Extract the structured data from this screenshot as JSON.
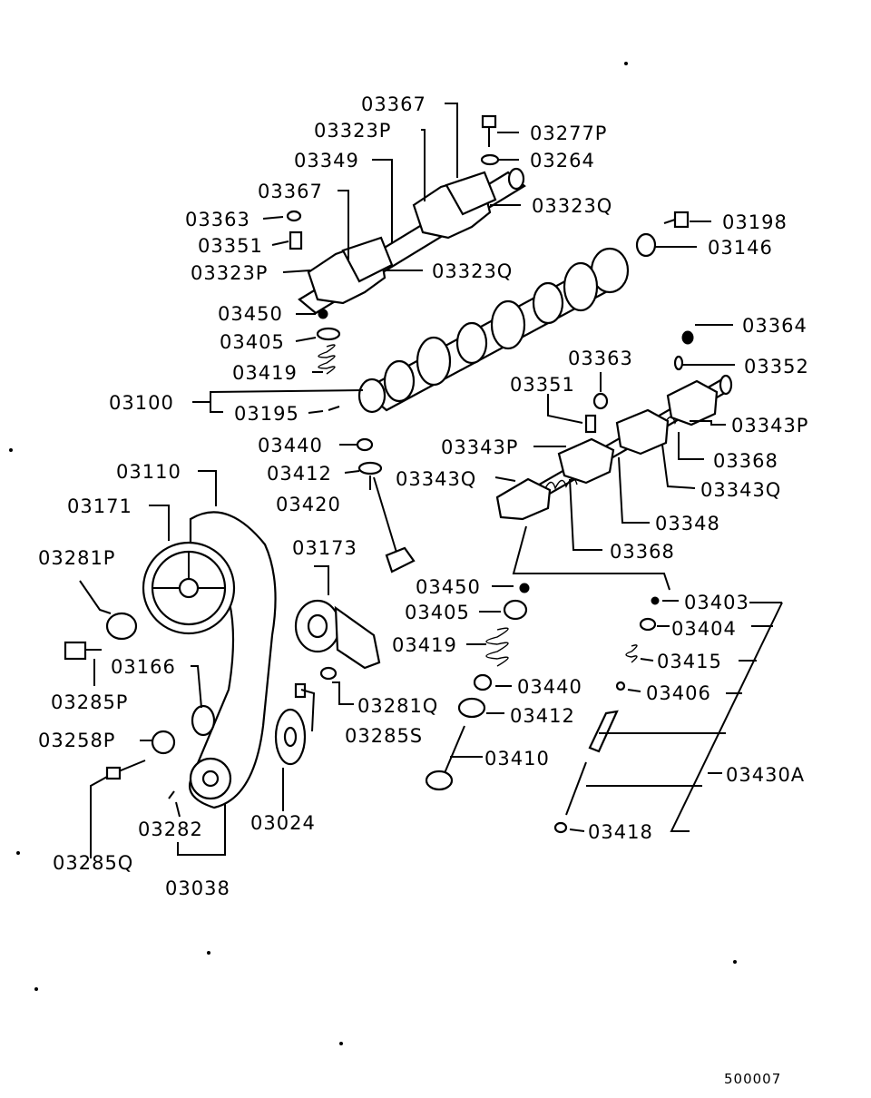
{
  "labels": {
    "p03367a": "03367",
    "p03323p_a": "03323P",
    "p03349": "03349",
    "p03367b": "03367",
    "p03363a": "03363",
    "p03351a": "03351",
    "p03323p_b": "03323P",
    "p03323q_a": "03323Q",
    "p03277p": "03277P",
    "p03264": "03264",
    "p03323q_b": "03323Q",
    "p03198": "03198",
    "p03146": "03146",
    "p03450a": "03450",
    "p03405a": "03405",
    "p03419a": "03419",
    "p03100": "03100",
    "p03195": "03195",
    "p03440a": "03440",
    "p03412a": "03412",
    "p03420": "03420",
    "p03110": "03110",
    "p03171": "03171",
    "p03281p": "03281P",
    "p03285p": "03285P",
    "p03166": "03166",
    "p03258p": "03258P",
    "p03285q": "03285Q",
    "p03282": "03282",
    "p03038": "03038",
    "p03024": "03024",
    "p03173": "03173",
    "p03281q": "03281Q",
    "p03285s": "03285S",
    "p03364": "03364",
    "p03352": "03352",
    "p03363b": "03363",
    "p03351b": "03351",
    "p03343p_a": "03343P",
    "p03343p_b": "03343P",
    "p03368a": "03368",
    "p03343q_a": "03343Q",
    "p03343q_b": "03343Q",
    "p03348": "03348",
    "p03368b": "03368",
    "p03450b": "03450",
    "p03405b": "03405",
    "p03419b": "03419",
    "p03440b": "03440",
    "p03412b": "03412",
    "p03410": "03410",
    "p03403": "03403",
    "p03404": "03404",
    "p03415": "03415",
    "p03406": "03406",
    "p03430a": "03430A",
    "p03418": "03418"
  },
  "reference_number": "500007"
}
